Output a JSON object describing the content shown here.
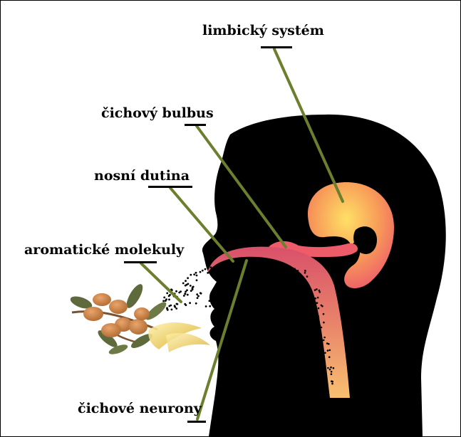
{
  "labels": {
    "limbic": "limbický systém",
    "bulbus": "čichový bulbus",
    "nasal_cavity": "nosní dutina",
    "molecules": "aromatické molekuly",
    "neurons": "čichové neurony"
  },
  "colors": {
    "head": "#000000",
    "leader_line": "#6b7f2e",
    "limbic_center": "#ffd75a",
    "limbic_edge": "#ee5c6a",
    "cavity": "#c5526b",
    "neuron_top": "#df5f6c",
    "neuron_bottom": "#f7b66e",
    "argan_nut": "#cd8348",
    "leaf": "#5e6a3c",
    "oil": "#e6c13a"
  }
}
